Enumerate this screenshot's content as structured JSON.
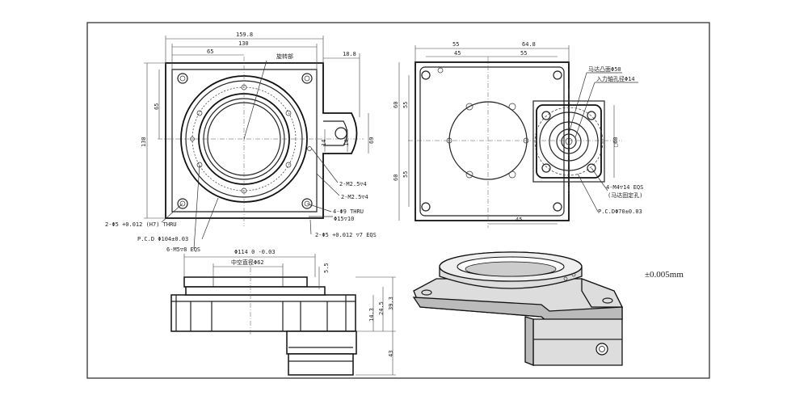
{
  "top_view": {
    "dim_overall_width": "159.8",
    "dim_flange_width": "130",
    "dim_half": "65",
    "dim_tab": "18.8",
    "dim_height": "130",
    "dim_half_height": "65",
    "dim_tab_height": "69",
    "label_rotating_part": "旋转部",
    "label_m25_4_a": "2-M2.5▽4",
    "label_m25_4_b": "2-M2.5▽4",
    "label_9_thru": "4-Φ9 THRU",
    "label_15_10": "Φ15▽10",
    "label_pin_holes_left": "2-Φ5 +0.012 (H7) THRU",
    "label_pcd": "P.C.D Φ104±0.03",
    "label_m5": "6-M5▽8 EQS",
    "label_pin_holes_right": "2-Φ5 +0.012 ▽7 EQS",
    "small_dim_a": "14",
    "small_dim_b": "14"
  },
  "side_top_view": {
    "dim_55_a": "55",
    "dim_64_8": "64.8",
    "dim_45_a": "45",
    "dim_55_b": "55",
    "dim_60_a": "60",
    "dim_55_c": "55",
    "dim_60_b": "60",
    "dim_55_d": "55",
    "dim_45_bottom": "45",
    "dim_square": "□60",
    "label_motor_boss": "马达凸面Φ50",
    "label_input_shaft": "入力轴孔径Φ14",
    "label_motor_mount": "4-M4▽14 EQS",
    "label_motor_mount_note": "(马达固定孔)",
    "label_pcd_motor": "P.C.DΦ70±0.03"
  },
  "front_view": {
    "dim_114": "Φ114 0 -0.03",
    "dim_hollow": "中空直径Φ62",
    "dim_5_5": "5.5",
    "dim_14_3": "14.3",
    "dim_24_5": "24.5",
    "dim_39_3": "39.3",
    "dim_43": "43"
  },
  "tolerance_note": "±0.005mm"
}
